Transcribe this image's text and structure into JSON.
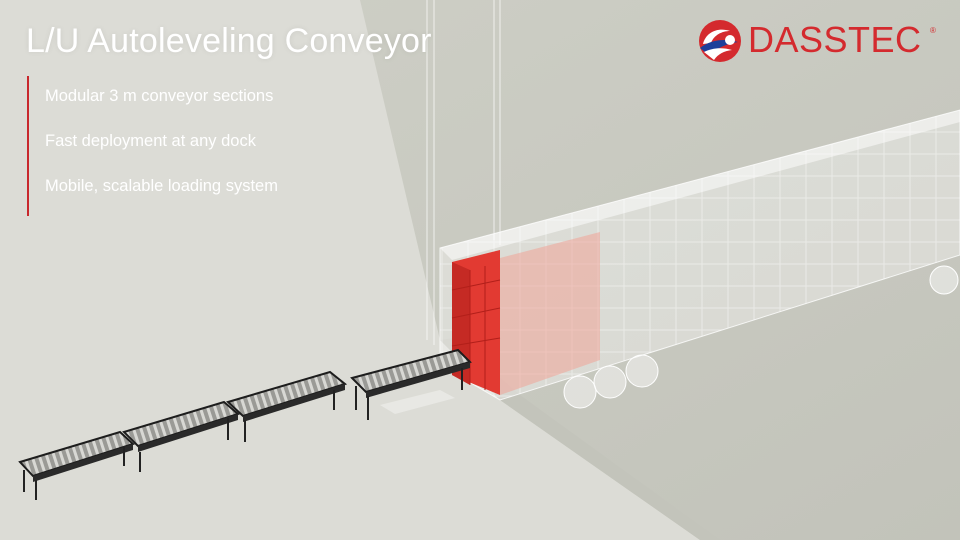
{
  "title": "L/U Autoleveling Conveyor",
  "features": [
    "Modular 3 m conveyor sections",
    "Fast deployment at any dock",
    "Mobile, scalable loading system"
  ],
  "logo": {
    "text": "DASSTEC",
    "registered_mark": "®",
    "icon": "dasstec-logo-icon"
  },
  "colors": {
    "accent": "#c8282d",
    "logo_red": "#d42a2e",
    "logo_blue": "#1e3f9a",
    "pallet_red": "#e23a32",
    "floor": "#c9c9c0",
    "dock": "#dededa"
  },
  "scene": {
    "conveyor_sections": 4,
    "description_icons": [
      "conveyor-icon",
      "trailer-icon",
      "cargo-boxes-icon"
    ]
  }
}
